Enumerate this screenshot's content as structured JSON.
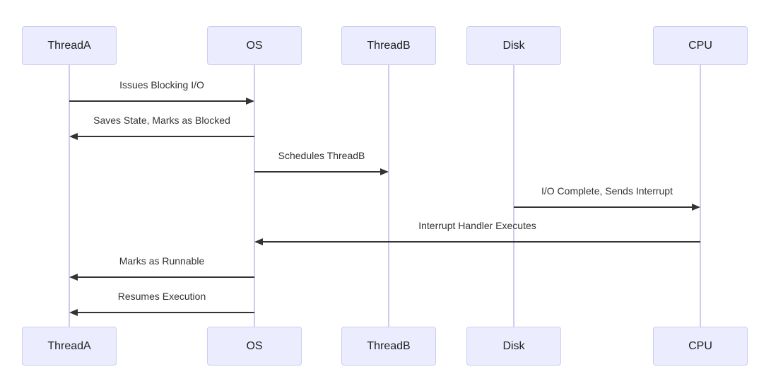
{
  "diagram": {
    "type": "sequence",
    "participants": [
      {
        "id": "ThreadA",
        "label": "ThreadA"
      },
      {
        "id": "OS",
        "label": "OS"
      },
      {
        "id": "ThreadB",
        "label": "ThreadB"
      },
      {
        "id": "Disk",
        "label": "Disk"
      },
      {
        "id": "CPU",
        "label": "CPU"
      }
    ],
    "messages": [
      {
        "from": "ThreadA",
        "to": "OS",
        "direction": "right",
        "text": "Issues Blocking I/O"
      },
      {
        "from": "OS",
        "to": "ThreadA",
        "direction": "left",
        "text": "Saves State, Marks as Blocked"
      },
      {
        "from": "OS",
        "to": "ThreadB",
        "direction": "right",
        "text": "Schedules ThreadB"
      },
      {
        "from": "Disk",
        "to": "CPU",
        "direction": "right",
        "text": "I/O Complete, Sends Interrupt"
      },
      {
        "from": "CPU",
        "to": "OS",
        "direction": "left",
        "text": "Interrupt Handler Executes"
      },
      {
        "from": "OS",
        "to": "ThreadA",
        "direction": "left",
        "text": "Marks as Runnable"
      },
      {
        "from": "OS",
        "to": "ThreadA",
        "direction": "left",
        "text": "Resumes Execution"
      }
    ],
    "colors": {
      "background": "#FFFFFF",
      "participant_fill": "#ECECFF",
      "participant_border": "#CCCCF2",
      "lifeline": "#CFCBEC",
      "arrow": "#333333",
      "text": "#333333"
    }
  }
}
